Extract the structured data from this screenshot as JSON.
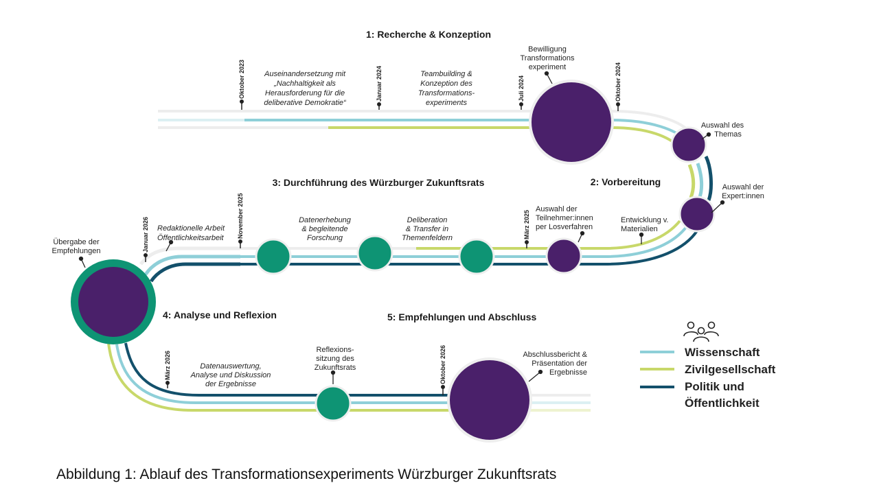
{
  "title": "1: Recherche & Konzeption",
  "phases": {
    "p1": "1: Recherche & Konzeption",
    "p2": "2: Vorbereitung",
    "p3": "3: Durchführung des Würzburger Zukunftsrats",
    "p4": "4: Analyse und Reflexion",
    "p5": "5: Empfehlungen und Abschluss"
  },
  "activities": {
    "a1": [
      "Auseinandersetzung mit",
      "„Nachhaltigkeit als",
      "Herausforderung für die",
      "deliberative Demokratie“"
    ],
    "a2": [
      "Teambuilding &",
      "Konzeption des",
      "Transformations-",
      "experiments"
    ],
    "a3": [
      "Redaktionelle Arbeit",
      "Öffentlichkeitsarbeit"
    ],
    "a4": [
      "Datenerhebung",
      "& begleitende",
      "Forschung"
    ],
    "a5": [
      "Deliberation",
      "& Transfer in",
      "Themenfeldern"
    ],
    "a6": [
      "Datenauswertung,",
      "Analyse und Diskussion",
      "der Ergebnisse"
    ]
  },
  "milestones": {
    "m1": [
      "Bewilligung",
      "Transformations",
      "experiment"
    ],
    "m2": [
      "Auswahl des",
      "Themas"
    ],
    "m3": [
      "Auswahl der",
      "Expert:innen"
    ],
    "m4": [
      "Entwicklung v.",
      "Materialien"
    ],
    "m5": [
      "Auswahl der",
      "Teilnehmer:innen",
      "per Losverfahren"
    ],
    "m6": [
      "Übergabe der",
      "Empfehlungen"
    ],
    "m7": [
      "Reflexions-",
      "sitzung des",
      "Zukunftsrats"
    ],
    "m8": [
      "Abschlussbericht &",
      "Präsentation der",
      "Ergebnisse"
    ]
  },
  "dates": {
    "d1": "Oktober 2023",
    "d2": "Januar 2024",
    "d3": "Juli 2024",
    "d4": "Oktober 2024",
    "d5": "März 2025",
    "d6": "November 2025",
    "d7": "Januar 2026",
    "d8": "März 2026",
    "d9": "Oktober 2026"
  },
  "legend": {
    "icon": "people-group-icon",
    "items": [
      {
        "label": "Wissenschaft",
        "color": "#8ecfd8"
      },
      {
        "label": "Zivilgesellschaft",
        "color": "#c8d86a"
      },
      {
        "label": "Politik und",
        "label2": "Öffentlichkeit",
        "color": "#13506b"
      }
    ]
  },
  "colors": {
    "wissenschaft": "#8ecfd8",
    "zivilgesellschaft": "#c8d86a",
    "politik": "#13506b",
    "inactive": "#ededed",
    "milestone_purple": "#4a206a",
    "event_green": "#0e9474"
  },
  "caption": "Abbildung 1: Ablauf des Transformationsexperiments Würzburger Zukunftsrats"
}
